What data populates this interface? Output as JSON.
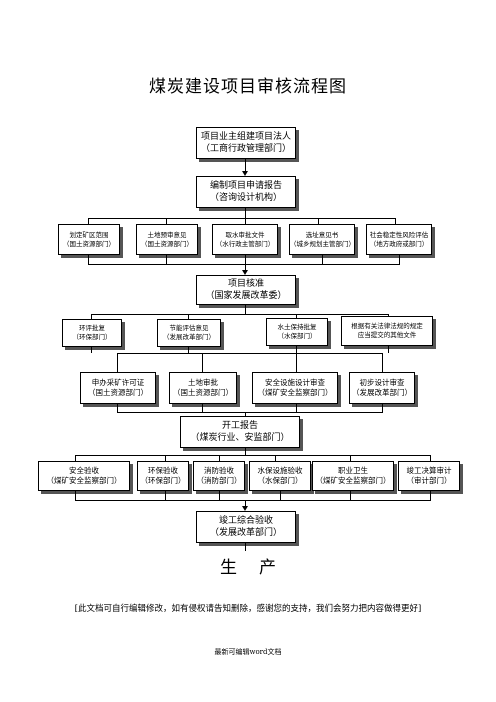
{
  "title": "煤炭建设项目审核流程图",
  "steps": {
    "s1": {
      "line1": "项目业主组建项目法人",
      "line2": "（工商行政管理部门）"
    },
    "s2": {
      "line1": "编制项目申请报告",
      "line2": "（咨询设计机构）"
    },
    "row3": [
      {
        "line1": "划定矿区范围",
        "line2": "（国土资源部门）"
      },
      {
        "line1": "土地预审意见",
        "line2": "（国土资源部门）"
      },
      {
        "line1": "取水审批文件",
        "line2": "（水行政主管部门）"
      },
      {
        "line1": "选址意见书",
        "line2": "（城乡规划主管部门）"
      },
      {
        "line1": "社会稳定性风险评估",
        "line2": "（地方政府或部门）"
      }
    ],
    "s4": {
      "line1": "项目核准",
      "line2": "（国家发展改革委）"
    },
    "row5": [
      {
        "line1": "环评批复",
        "line2": "（环保部门）"
      },
      {
        "line1": "节能评估意见",
        "line2": "（发展改革部门）"
      },
      {
        "line1": "水土保持批复",
        "line2": "（水保部门）"
      },
      {
        "line1": "根据有关法律法规的规定",
        "line2": "应当提交的其他文件"
      }
    ],
    "row6": [
      {
        "line1": "申办采矿许可证",
        "line2": "（国土资源部门）"
      },
      {
        "line1": "土地审批",
        "line2": "（国土资源部门）"
      },
      {
        "line1": "安全设施设计审查",
        "line2": "（煤矿安全监察部门）"
      },
      {
        "line1": "初步设计审查",
        "line2": "（发展改革部门）"
      }
    ],
    "s7": {
      "line1": "开工报告",
      "line2": "（煤炭行业、安监部门）"
    },
    "row8": [
      {
        "line1": "安全验收",
        "line2": "（煤矿安全监察部门）"
      },
      {
        "line1": "环保验收",
        "line2": "（环保部门）"
      },
      {
        "line1": "消防验收",
        "line2": "（消防部门）"
      },
      {
        "line1": "水保设施验收",
        "line2": "（水保部门）"
      },
      {
        "line1": "职业卫生",
        "line2": "（煤矿安全监察部门）"
      },
      {
        "line1": "竣工决算审计",
        "line2": "（审计部门）"
      }
    ],
    "s9": {
      "line1": "竣工综合验收",
      "line2": "（发展改革部门）"
    }
  },
  "produce": "生产",
  "note": "[此文档可自行编辑修改，如有侵权请告知删除，感谢您的支持，我们会努力把内容做得更好]",
  "footer": "最新可编辑word文档"
}
